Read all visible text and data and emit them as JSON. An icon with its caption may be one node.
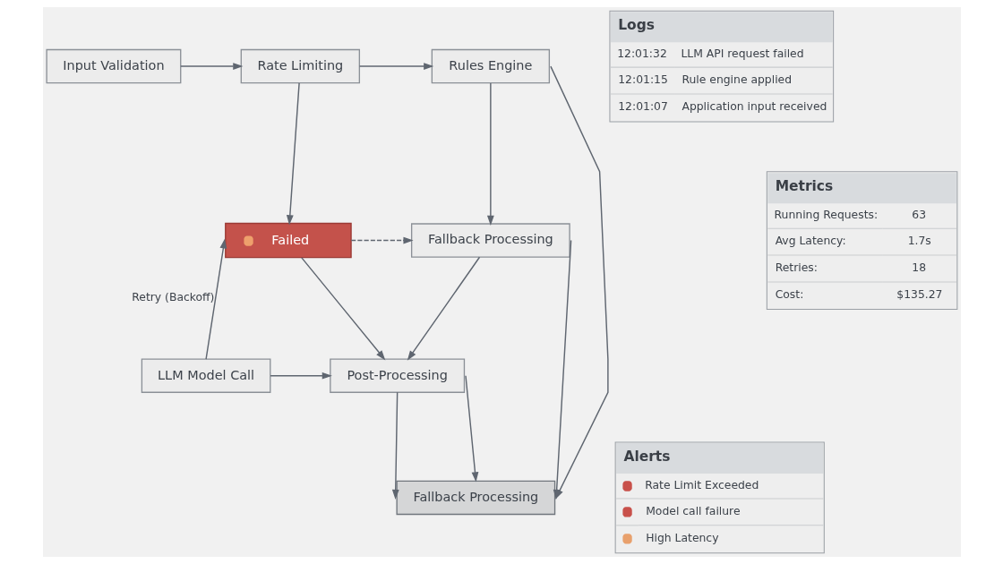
{
  "diagram": {
    "nodes": [
      {
        "text": [
          "Input Validation"
        ]
      },
      {
        "text": [
          "Rate Limiting"
        ]
      },
      {
        "text": [
          "Rules Engine"
        ]
      },
      {
        "text": [
          "Failed"
        ]
      },
      {
        "text": [
          "Fallback Processing"
        ]
      },
      {
        "text": [
          "LLM Model Call"
        ]
      },
      {
        "text": [
          "Post-Processing"
        ]
      },
      {
        "text": [
          "Fallback Processing"
        ]
      },
      {
        "text": [
          "Logs",
          "12:01:32",
          "LLM API request failed",
          "12:01:15",
          "Rule engine applied",
          "12:01:07",
          "Application input received"
        ]
      },
      {
        "text": [
          "Metrics",
          "Running Requests:",
          "63",
          "Avg Latency:",
          "1.7s",
          "Retries:",
          "18",
          "Cost:",
          "$135.27"
        ]
      },
      {
        "text": [
          "Alerts",
          "Rate Limit Exceeded",
          "Model call failure",
          "High Latency"
        ]
      }
    ],
    "edges": [
      {
        "from": 0,
        "to": 1,
        "arrow": "to"
      },
      {
        "from": 1,
        "to": 2,
        "arrow": "to"
      },
      {
        "from": 1,
        "to": 3,
        "arrow": "to"
      },
      {
        "from": 2,
        "to": 4,
        "arrow": "to"
      },
      {
        "from": 2,
        "to": 7,
        "arrow": "to"
      },
      {
        "from": 3,
        "to": 4,
        "arrow": "to",
        "style": "dashed"
      },
      {
        "from": 5,
        "to": 3,
        "arrow": "to",
        "label": "Retry (Backoff)"
      },
      {
        "from": 5,
        "to": 6,
        "arrow": "to"
      },
      {
        "from": 3,
        "to": 6,
        "arrow": "to"
      },
      {
        "from": 4,
        "to": 6,
        "arrow": "to"
      },
      {
        "from": 4,
        "to": 7,
        "arrow": "to"
      },
      {
        "from": 6,
        "to": 7,
        "arrow": "to"
      },
      {
        "from": 6,
        "to": 7,
        "arrow": "to"
      }
    ]
  }
}
